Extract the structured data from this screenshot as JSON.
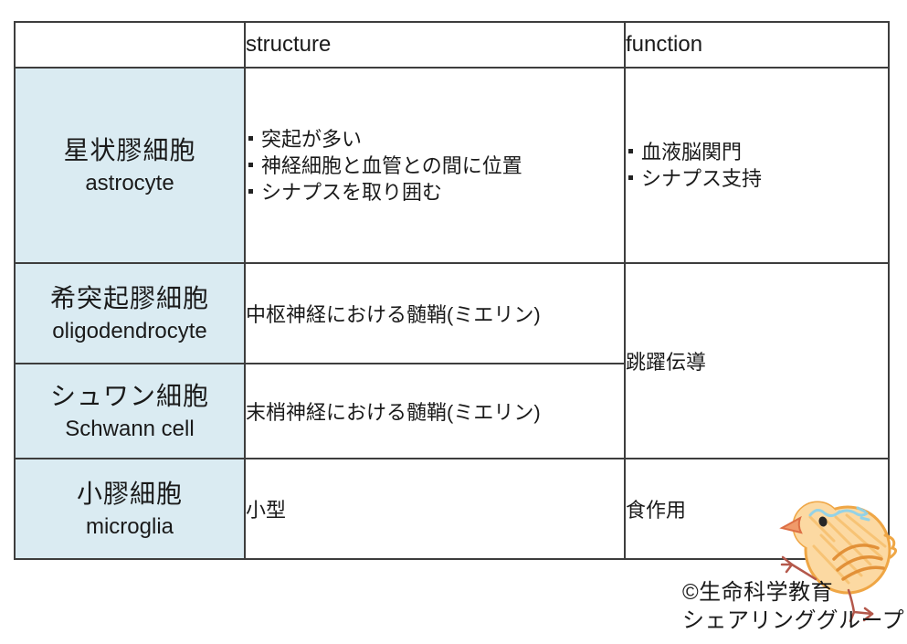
{
  "table": {
    "columns": [
      {
        "label": ""
      },
      {
        "label": "structure"
      },
      {
        "label": "function"
      }
    ],
    "rows": [
      {
        "name_ja": "星状膠細胞",
        "name_en": "astrocyte",
        "structure_items": [
          "突起が多い",
          "神経細胞と血管との間に位置",
          "シナプスを取り囲む"
        ],
        "function_items": [
          "血液脳関門",
          "シナプス支持"
        ]
      },
      {
        "name_ja": "希突起膠細胞",
        "name_en": "oligodendrocyte",
        "structure_text": "中枢神経における髄鞘(ミエリン)"
      },
      {
        "name_ja": "シュワン細胞",
        "name_en": "Schwann cell",
        "structure_text": "末梢神経における髄鞘(ミエリン)"
      },
      {
        "name_ja": "小膠細胞",
        "name_en": "microglia",
        "structure_text": "小型",
        "function_text": "食作用"
      }
    ],
    "merged_function_rows_2_3": "跳躍伝導"
  },
  "credit": {
    "line1": "©生命科学教育",
    "line2": "シェアリンググループ"
  },
  "illustration": {
    "name": "chick-crayon-drawing"
  },
  "colors": {
    "name_cell_bg": "#daebf2",
    "border": "#3d3d3d",
    "text": "#1a1a1a",
    "chick_body": "#fcd9a2",
    "chick_outline": "#efa645",
    "chick_wing": "#e08a2e",
    "chick_leg": "#b4584b",
    "chick_blue": "#8fd2ea",
    "chick_beak": "#f09a6a"
  }
}
